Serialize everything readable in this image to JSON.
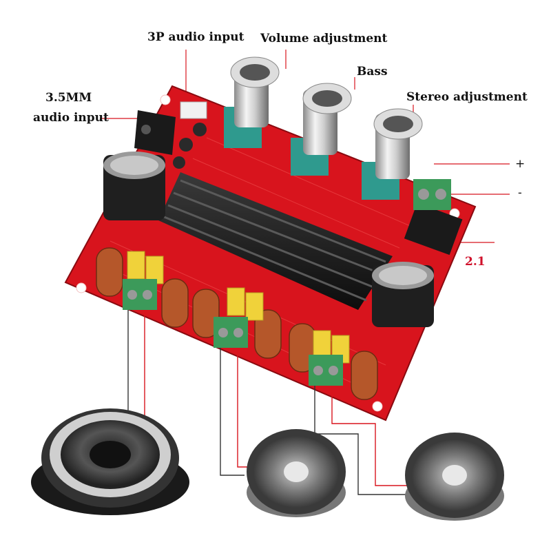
{
  "labels": {
    "audio_3p": "3P audio input",
    "volume": "Volume adjustment",
    "bass": "Bass",
    "stereo": "Stereo adjustment",
    "jack_line1": "3.5MM",
    "jack_line2": "audio input",
    "plus": "+",
    "minus": "-",
    "mode": "2.1"
  },
  "colors": {
    "board": "#d8141d",
    "heatsink": "#1a1a1a",
    "knob_base": "#2f9a8e",
    "terminal": "#3c9a5a",
    "capacitor": "#f0d23a",
    "coil": "#b5572a",
    "mode_text": "#d0112b"
  }
}
